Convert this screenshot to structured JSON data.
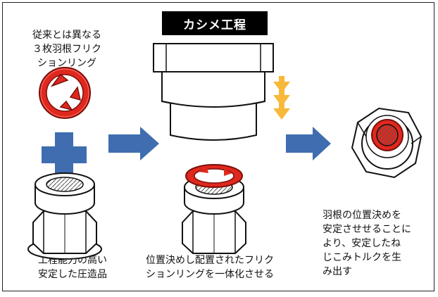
{
  "title": "カシメ工程",
  "ring_description": "従来とは異なる\n３枚羽根フリク\nションリング",
  "base_nut_description": "工程能力の高い\n安定した圧造品",
  "assembly_description": "位置決めし配置されたフリク\nションリングを一体化させる",
  "result_description": "羽根の位置決めを\n安定させせることに\nより、安定したね\nじこみトルクを生\nみ出す",
  "colors": {
    "ring_red": "#e0281e",
    "arrow_blue": "#3f6db0",
    "press_arrow_yellow": "#f7b93a"
  }
}
